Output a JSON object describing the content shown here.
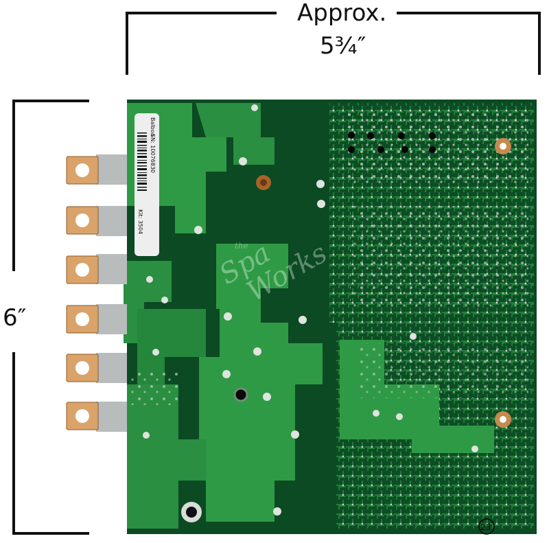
{
  "dimensions": {
    "approx_label": "Approx.",
    "width_label": "5¾″",
    "height_label": "6″"
  },
  "board": {
    "barcode_lines": [
      "Balboa",
      "SN: 10076830",
      "Kit: 3504"
    ],
    "watermark_lines": [
      "Spa",
      "Works"
    ],
    "watermark_prefix": "the",
    "marking": "23"
  },
  "colors": {
    "pcb_dark": "#0b4a22",
    "pcb_light": "#2f9a45",
    "pcb_mid": "#1c7a36",
    "copper": "#d9a36a",
    "solder": "#c9d0cc"
  }
}
